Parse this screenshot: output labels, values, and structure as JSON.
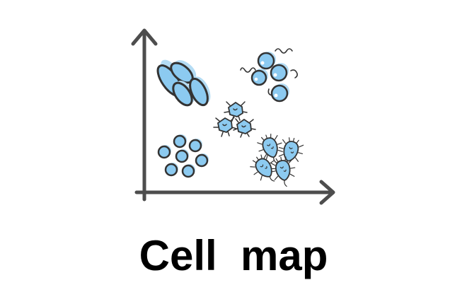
{
  "caption": "Cell  map",
  "colors": {
    "axis": "#4d4d4d",
    "cell_fill": "#8ccaf0",
    "cell_shadow": "#b4dcf4",
    "cell_outline": "#333333",
    "text": "#000000"
  },
  "clusters": [
    {
      "name": "rod-cells-cluster",
      "shape": "ellipse-rods",
      "count": 4,
      "quadrant": "top-left"
    },
    {
      "name": "coccus-cells-cluster",
      "shape": "spheres-with-flagella",
      "count": 4,
      "quadrant": "top-right"
    },
    {
      "name": "amoeboid-cells-cluster",
      "shape": "spiky-star-cells",
      "count": 3,
      "quadrant": "center"
    },
    {
      "name": "round-cells-cluster",
      "shape": "circles",
      "count": 7,
      "quadrant": "bottom-left"
    },
    {
      "name": "flagellate-cells-cluster",
      "shape": "hairy-teardrop-cells",
      "count": 4,
      "quadrant": "bottom-right"
    }
  ]
}
